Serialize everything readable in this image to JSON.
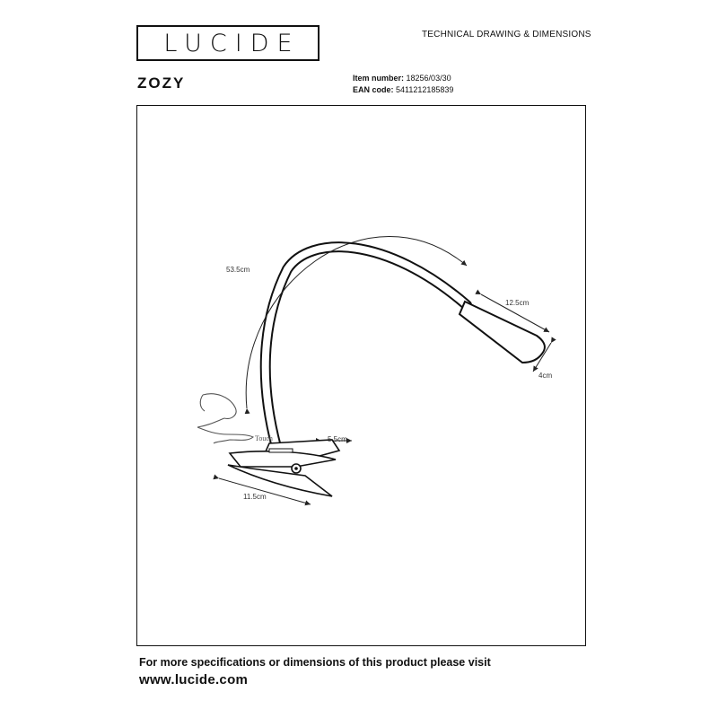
{
  "header": {
    "logo_text": "LUCIDE",
    "document_type": "TECHNICAL DRAWING & DIMENSIONS",
    "product_name": "ZOZY"
  },
  "product_info": {
    "item_number_label": "Item number:",
    "item_number": "18256/03/30",
    "ean_label": "EAN code:",
    "ean_code": "5411212185839"
  },
  "drawing": {
    "dimensions": {
      "arm_length": "53.5cm",
      "head_length": "12.5cm",
      "head_diameter": "4cm",
      "clip_opening": "5.5cm",
      "clip_length": "11.5cm"
    },
    "touch_label": "Touch"
  },
  "footer": {
    "note": "For more specifications or dimensions of this product please visit",
    "url": "www.lucide.com"
  }
}
